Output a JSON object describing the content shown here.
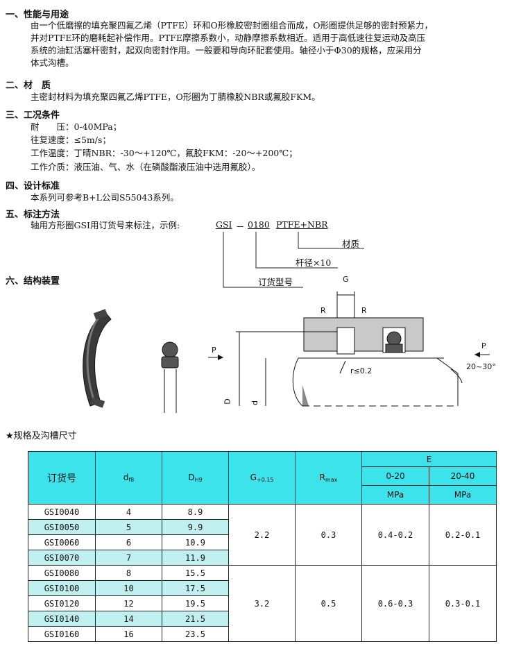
{
  "sections": {
    "s1": {
      "title": "一、性能与用途",
      "lines": [
        "由一个低磨擦的填充聚四氟乙烯（PTFE）环和O形橡胶密封圈组合而成，O形圈提供足够的密封预紧力，",
        "并对PTFE环的磨耗起补偿作用。PTFE摩擦系数小，动静摩擦系数相近。适用于高低速往复运动及高压",
        "系统的油缸活塞杆密封，起双向密封作用。一般要和导向环配套使用。轴径小于Φ30的规格，应采用分",
        "体式沟槽。"
      ]
    },
    "s2": {
      "title": "二、材　质",
      "lines": [
        "主密封材料为填充聚四氟乙烯PTFE，O形圈为丁腈橡胶NBR或氟胶FKM。"
      ]
    },
    "s3": {
      "title": "三、工况条件",
      "lines": [
        "耐　　压：0-40MPa；",
        "往复速度：≤5m/s；",
        "工作温度：丁晴NBR：-30～+120℃，氟胶FKM：-20～+200℃；",
        "工作介质：液压油、气、水（在磷酸酯液压油中选用氟胶）。"
      ]
    },
    "s4": {
      "title": "四、设计标准",
      "lines": [
        "本系列可参考B+L公司S55043系列。"
      ]
    },
    "s5": {
      "title": "五、标注方法",
      "lines": [
        "轴用方形圈GSI用订货号来标注，示例:"
      ]
    },
    "s6": {
      "title": "六、结构装置"
    }
  },
  "order_example": {
    "code": "GSI",
    "dash": "－",
    "size": "0180",
    "material": "PTFE+NBR",
    "label_material": "材质",
    "label_size": "杆径×10",
    "label_order": "订货型号"
  },
  "diagram_labels": {
    "P_left": "P",
    "P_right": "P",
    "G": "G",
    "R_left": "R",
    "R_right": "R",
    "r": "r≤0.2",
    "angle": "20~30°",
    "D": "D",
    "d": "d"
  },
  "table_title": "★规格及沟槽尺寸",
  "table": {
    "headers": {
      "order": "订货号",
      "df_main": "d",
      "df_sub": "f8",
      "dh_main": "D",
      "dh_sub": "H9",
      "g_main": "G",
      "g_sub": "+0.15",
      "r_main": "R",
      "r_sub": "max",
      "e": "E",
      "e1_top": "0-20",
      "e1_bot": "MPa",
      "e2_top": "20-40",
      "e2_bot": "MPa"
    },
    "rows": [
      {
        "code": "GSI0040",
        "d": "4",
        "D": "8.9"
      },
      {
        "code": "GSI0050",
        "d": "5",
        "D": "9.9"
      },
      {
        "code": "GSI0060",
        "d": "6",
        "D": "10.9"
      },
      {
        "code": "GSI0070",
        "d": "7",
        "D": "11.9"
      },
      {
        "code": "GSI0080",
        "d": "8",
        "D": "15.5"
      },
      {
        "code": "GSI0100",
        "d": "10",
        "D": "17.5"
      },
      {
        "code": "GSI0120",
        "d": "12",
        "D": "19.5"
      },
      {
        "code": "GSI0140",
        "d": "14",
        "D": "21.5"
      },
      {
        "code": "GSI0160",
        "d": "16",
        "D": "23.5"
      }
    ],
    "groups": [
      {
        "G": "2.2",
        "R": "0.3",
        "E1": "0.4-0.2",
        "E2": "0.2-0.1"
      },
      {
        "G": "3.2",
        "R": "0.5",
        "E1": "0.6-0.3",
        "E2": "0.3-0.1"
      }
    ]
  }
}
